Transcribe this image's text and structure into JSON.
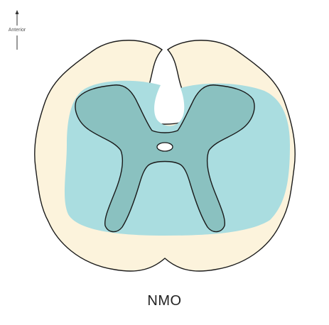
{
  "orientation": {
    "label": "Anterior",
    "icon": "up-arrow-icon"
  },
  "diagram": {
    "caption": "NMO",
    "colors": {
      "white_matter": "#fcf3dc",
      "lesion": "#aadde0",
      "gray_matter_overlay": "#5f9a94",
      "outline": "#1a1a1a",
      "central_canal": "#ffffff"
    },
    "icons": [
      "spinal-cord-outline",
      "lesion-region",
      "gray-matter-butterfly",
      "central-canal"
    ]
  }
}
